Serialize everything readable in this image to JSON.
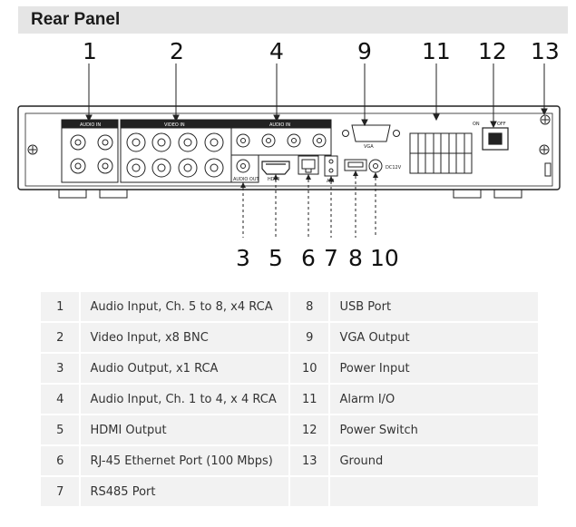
{
  "header": {
    "title": "Rear Panel"
  },
  "callouts": {
    "c1": "1",
    "c2": "2",
    "c4": "4",
    "c9": "9",
    "c11": "11",
    "c12": "12",
    "c13": "13",
    "c3": "3",
    "c5": "5",
    "c6": "6",
    "c7": "7",
    "c8": "8",
    "c10": "10"
  },
  "panel_labels": {
    "audio_in_left": "AUDIO IN",
    "video_in": "VIDEO IN",
    "audio_in_right": "AUDIO IN",
    "audio_out": "AUDIO OUT",
    "vga": "VGA",
    "hdmi": "HDMI",
    "ab": "A/B",
    "dc12v": "DC12V",
    "on": "ON",
    "off": "OFF"
  },
  "spec_table": {
    "rows": [
      {
        "left_num": "1",
        "left_desc": "Audio Input, Ch. 5 to 8, x4 RCA",
        "right_num": "8",
        "right_desc": "USB Port"
      },
      {
        "left_num": "2",
        "left_desc": "Video Input, x8 BNC",
        "right_num": "9",
        "right_desc": "VGA Output"
      },
      {
        "left_num": "3",
        "left_desc": "Audio Output, x1 RCA",
        "right_num": "10",
        "right_desc": "Power Input"
      },
      {
        "left_num": "4",
        "left_desc": "Audio Input, Ch. 1 to 4, x 4 RCA",
        "right_num": "11",
        "right_desc": "Alarm I/O"
      },
      {
        "left_num": "5",
        "left_desc": "HDMI Output",
        "right_num": "12",
        "right_desc": "Power Switch"
      },
      {
        "left_num": "6",
        "left_desc": "RJ-45 Ethernet Port (100 Mbps)",
        "right_num": "13",
        "right_desc": "Ground"
      },
      {
        "left_num": "7",
        "left_desc": "RS485 Port",
        "right_num": "",
        "right_desc": ""
      }
    ]
  }
}
